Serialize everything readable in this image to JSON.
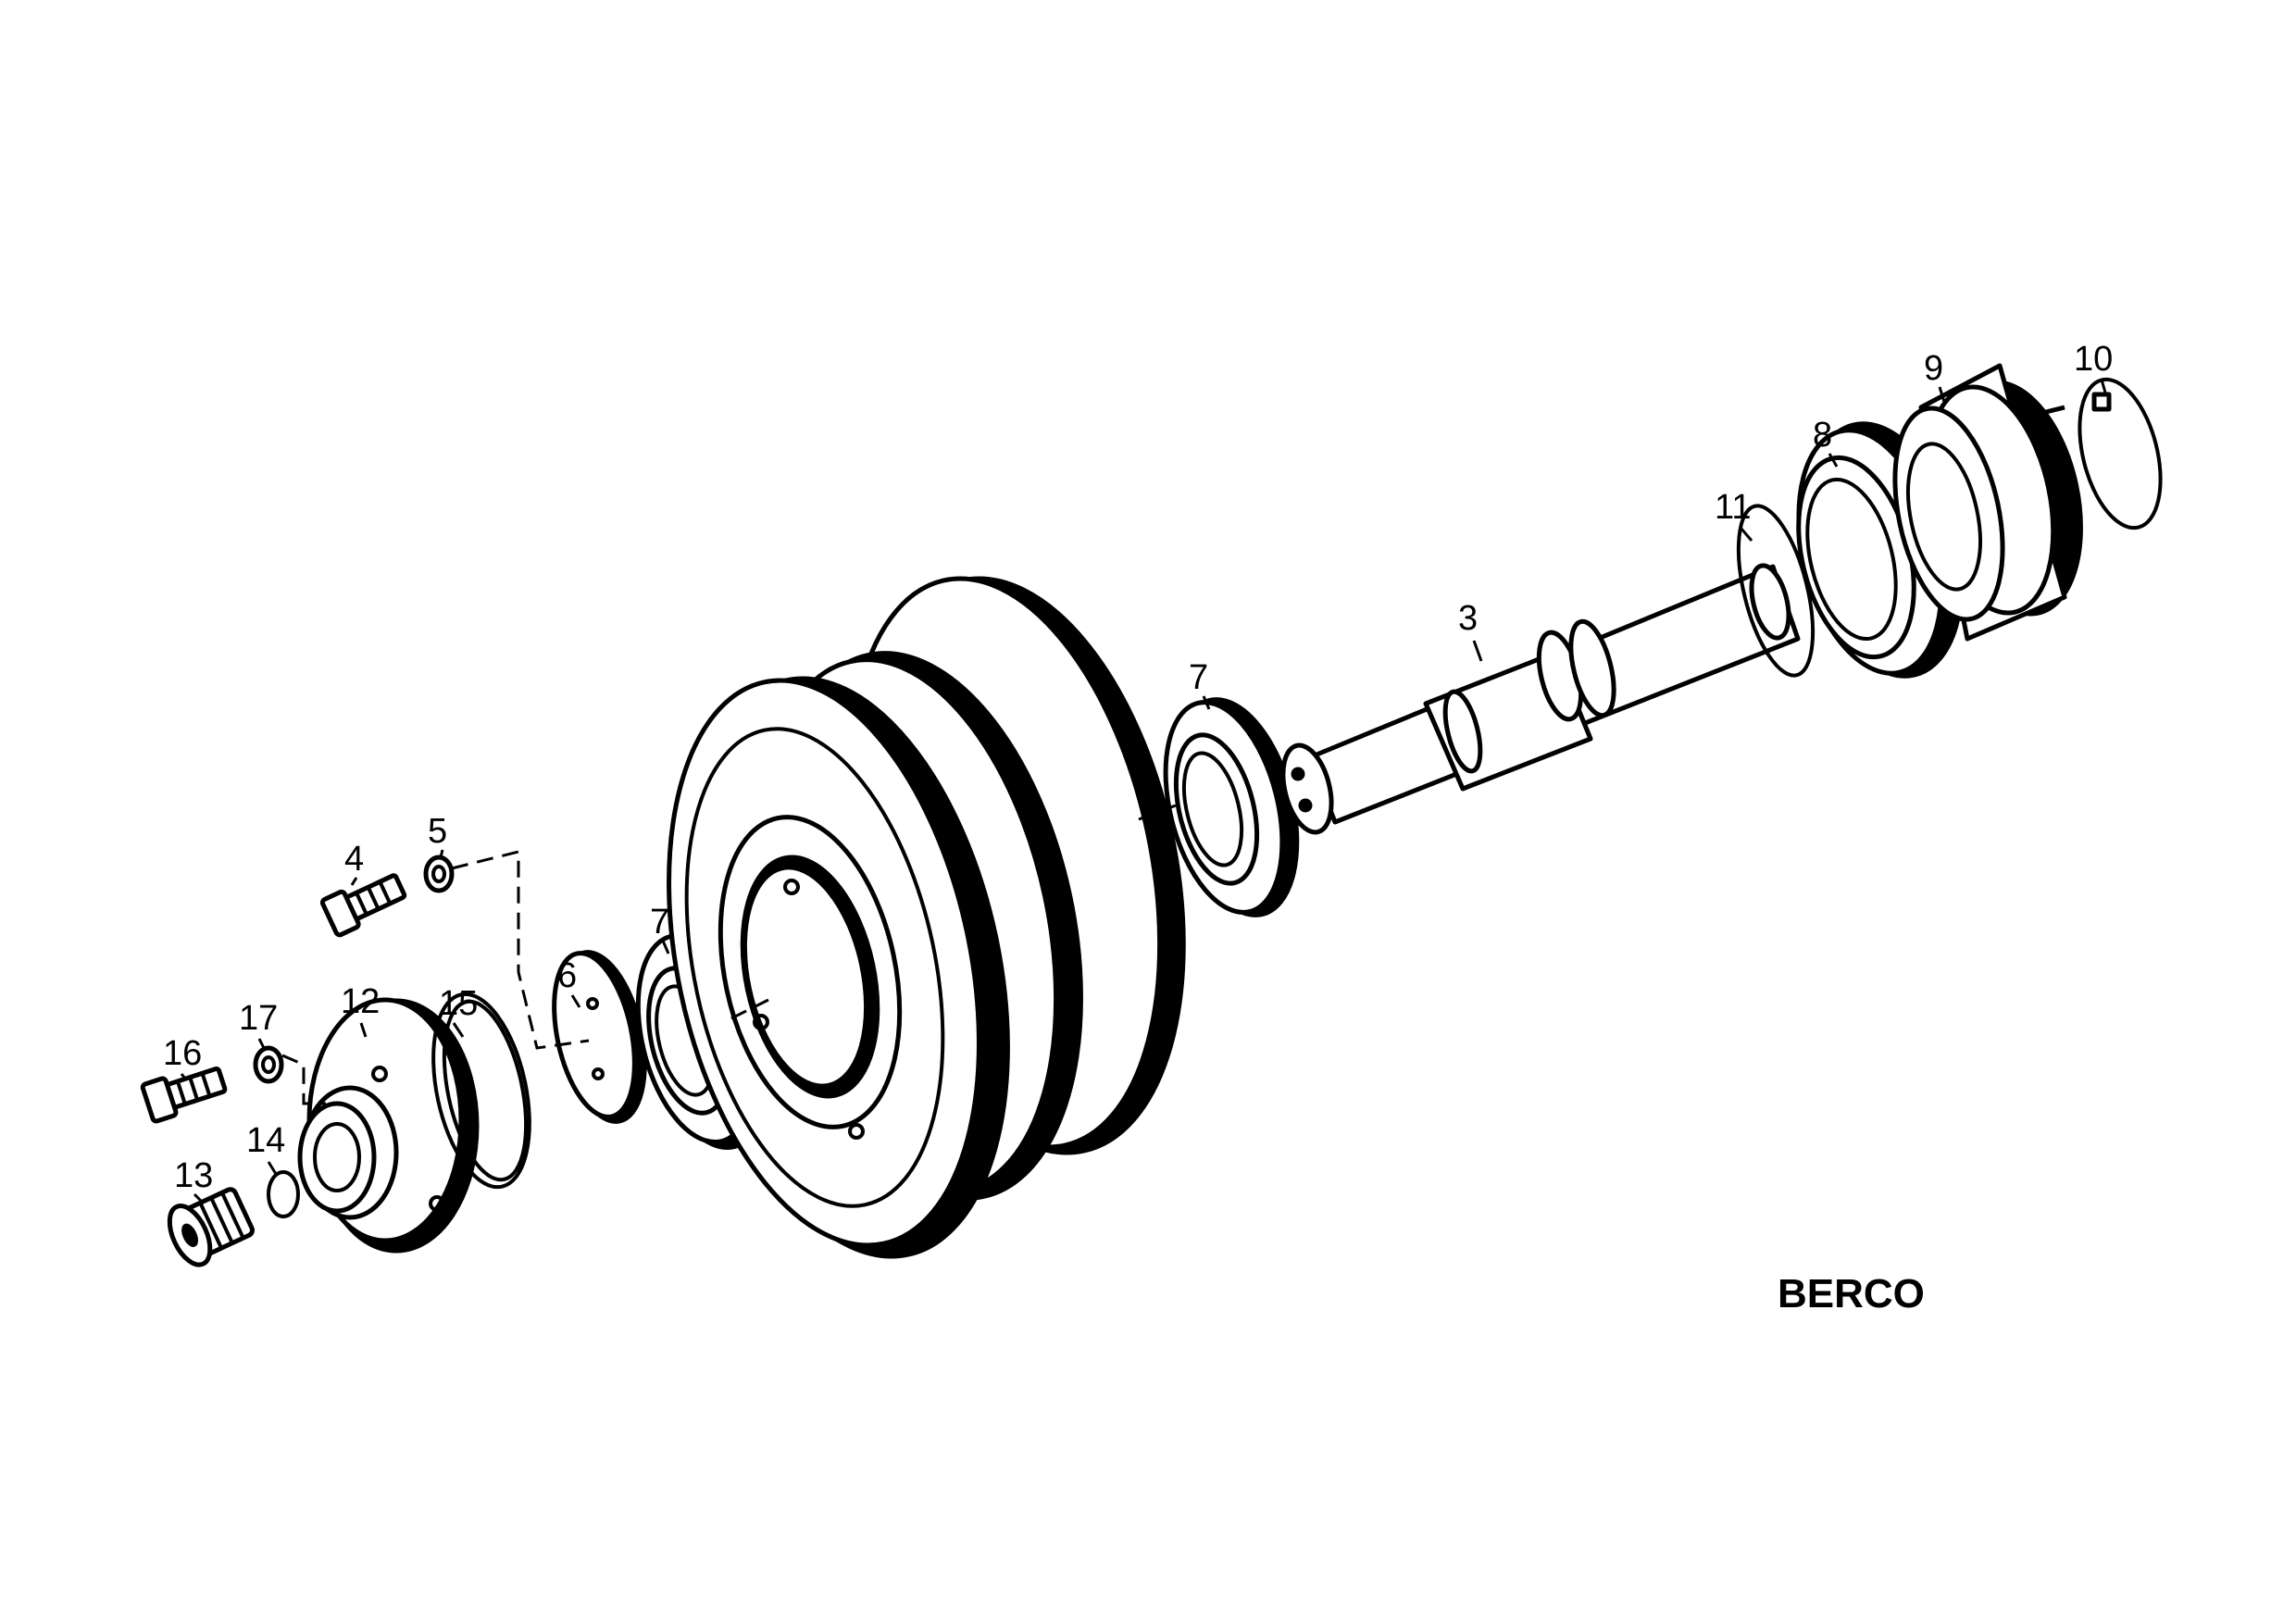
{
  "callouts": {
    "c3": "3",
    "c4": "4",
    "c5": "5",
    "c6": "6",
    "c7a": "7",
    "c7b": "7",
    "c8": "8",
    "c9": "9",
    "c10": "10",
    "c11": "11",
    "c12": "12",
    "c13": "13",
    "c14": "14",
    "c15": "15",
    "c16": "16",
    "c17": "17"
  },
  "brand": "BERCO",
  "colors": {
    "ink": "#000000",
    "paper": "#ffffff"
  }
}
